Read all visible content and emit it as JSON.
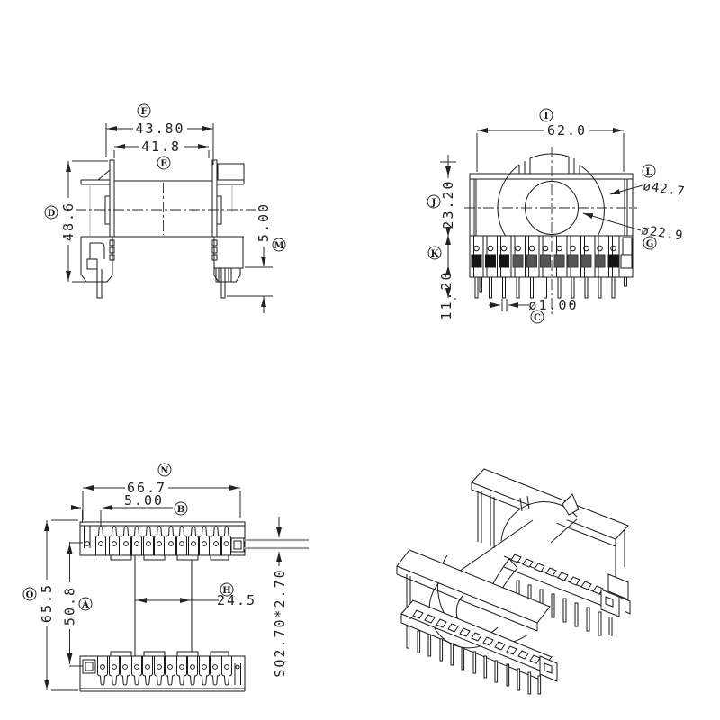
{
  "drawing": {
    "background": "#ffffff",
    "line_color": "#1a1a1a",
    "dim_color": "#2a2a2a",
    "leader_gray_color": "#9e9e9e",
    "pin_dark_color": "#141414",
    "pin_hatched_color": "#555555"
  },
  "balloons": {
    "A": "A",
    "B": "B",
    "C": "C",
    "D": "D",
    "E": "E",
    "F": "F",
    "G": "G",
    "H": "H",
    "I": "I",
    "J": "J",
    "K": "K",
    "L": "L",
    "M": "M",
    "N": "N",
    "O": "O"
  },
  "dims": {
    "side_flange_outer": "43.80",
    "side_flange_inner": "41.8",
    "side_height": "48.6",
    "side_pin_step": "5.00",
    "front_width": "62.0",
    "front_body_height": "23.20",
    "front_pin_length": "11.20",
    "front_flange_dia": "ø42.7",
    "front_core_dia": "ø22.9",
    "front_pin_dia": "ø1.00",
    "top_length": "66.7",
    "top_pin_pitch": "5.00",
    "top_height": "65.5",
    "top_pin_row_span": "50.8",
    "top_tube_width": "24.5",
    "top_boss_size": "SQ2.70*2.70"
  }
}
